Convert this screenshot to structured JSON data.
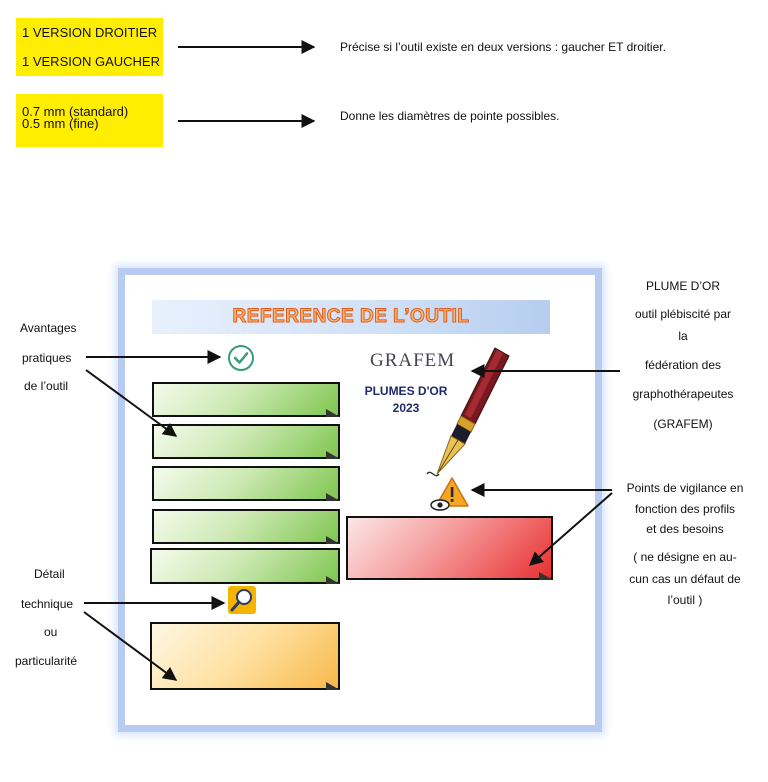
{
  "legend": {
    "versions_box": {
      "line1": "1 VERSION DROITIER",
      "line2": "1 VERSION GAUCHER"
    },
    "versions_desc": "Précise si l’outil existe en deux versions : gaucher ET droitier.",
    "diam_box": {
      "line1": "0.7 mm (standard)",
      "line2": "0.5 mm (fine)"
    },
    "diam_desc": "Donne les diamètres de pointe possibles."
  },
  "card": {
    "title": "REFERENCE DE L’OUTIL",
    "logo_name": "GRAFEM",
    "award_line1": "PLUMES D'OR",
    "award_line2": "2023"
  },
  "labels": {
    "advantages": [
      "Avantages",
      "pratiques",
      "de l’outil"
    ],
    "detail": [
      "Détail",
      "technique",
      "ou",
      "particularité"
    ],
    "plume": [
      "PLUME D’OR",
      "outil plébiscité par",
      "la",
      "fédération des",
      "graphothérapeutes",
      "(GRAFEM)"
    ],
    "vigilance": [
      "Points de vigilance en",
      "fonction des profils",
      "et des besoins",
      "( ne désigne  en au-",
      "cun cas un défaut de",
      "l’outil )"
    ]
  },
  "icons": {
    "check": "check-circle-icon",
    "magnifier": "magnifier-icon",
    "warning": "warning-eye-icon",
    "pen": "fountain-pen-icon"
  },
  "colors": {
    "yellow": "#ffee00",
    "frame": "#b7ccf0",
    "title_text": "#f6b97a",
    "green_note": "#7fc64f",
    "red_note": "#e83030",
    "orange_note": "#f7b94a"
  }
}
